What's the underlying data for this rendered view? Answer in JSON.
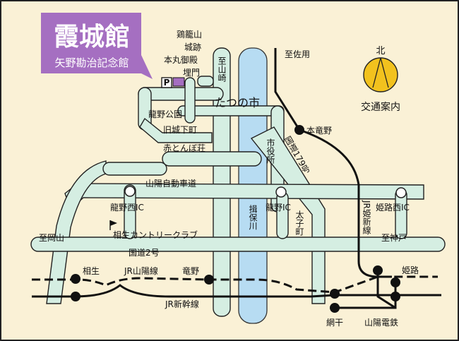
{
  "title": {
    "main": "霞城館",
    "sub": "矢野勘治記念館",
    "bg_color": "#a56fc1"
  },
  "compass": {
    "north": "北",
    "caption": "交通案内",
    "color": "#f2c21e"
  },
  "colors": {
    "background": "#faf1d6",
    "road": "#d5eee2",
    "river": "#b7dcf2",
    "rail": "#111111",
    "museum_marker": "#a56fc1"
  },
  "labels": {
    "parking": "P",
    "keirozan": "鶏籠山",
    "shiroato": "城跡",
    "honmaru": "本丸御殿",
    "uzumimon": "埋門",
    "to_yamazaki": "至山崎",
    "to_sayo": "至佐用",
    "tatsuno_ichi": "たつの市",
    "honryuno": "本竜野",
    "tatsuno_park": "龍野公園",
    "kyu_jokashita": "旧城下町",
    "akatonbo": "赤とんぼ荘",
    "shiyakusho": "市役所",
    "route179": "国道179号",
    "sanyo_expressway": "山陽自動車道",
    "tatsuno_nishi_ic": "龍野西IC",
    "tatsuno_ic": "龍野IC",
    "himeji_nishi_ic": "姫路西IC",
    "golf": "相生カントリークラブ",
    "ibo_river": "揖保川",
    "taishi_cho": "太子町",
    "jr_himeshin": "JR姫新線",
    "to_okayama": "至岡山",
    "to_kobe": "至神戸",
    "route2": "国道2号",
    "aioi": "相生",
    "jr_sanyo": "JR山陽線",
    "tatsuno_station": "竜野",
    "himeji": "姫路",
    "jr_shinkansen": "JR新幹線",
    "aboshi": "網干",
    "sanyo_dentetsu": "山陽電鉄"
  }
}
